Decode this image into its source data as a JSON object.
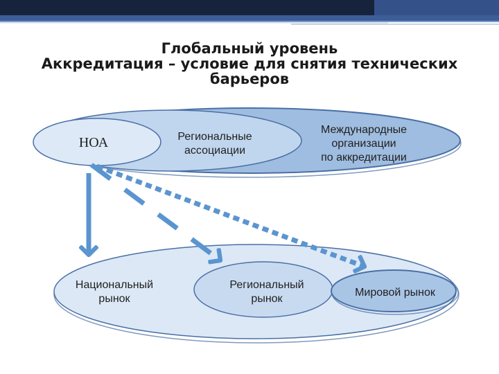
{
  "title": {
    "line1": "Глобальный уровень",
    "line2": "Аккредитация – условие для снятия технических\nбарьеров"
  },
  "nodes": {
    "noa": "НОА",
    "regional_associations": "Региональные\nассоциации",
    "international_orgs": "Международные\nорганизации\nпо аккредитации",
    "national_market": "Национальный\nрынок",
    "regional_market": "Региональный\nрынок",
    "world_market": "Мировой рынок"
  },
  "colors": {
    "header_dark": "#17233d",
    "header_blue": "#4a6fb0",
    "outer_ellipse": "#9fbde0",
    "middle_ellipse": "#c0d6ee",
    "inner_ellipse": "#dde9f7",
    "market_large": "#dce8f6",
    "market_regional": "#c8daf0",
    "world": "#a9c5e6",
    "outline": "#4a6fa5",
    "arrow": "#5b95d0"
  }
}
